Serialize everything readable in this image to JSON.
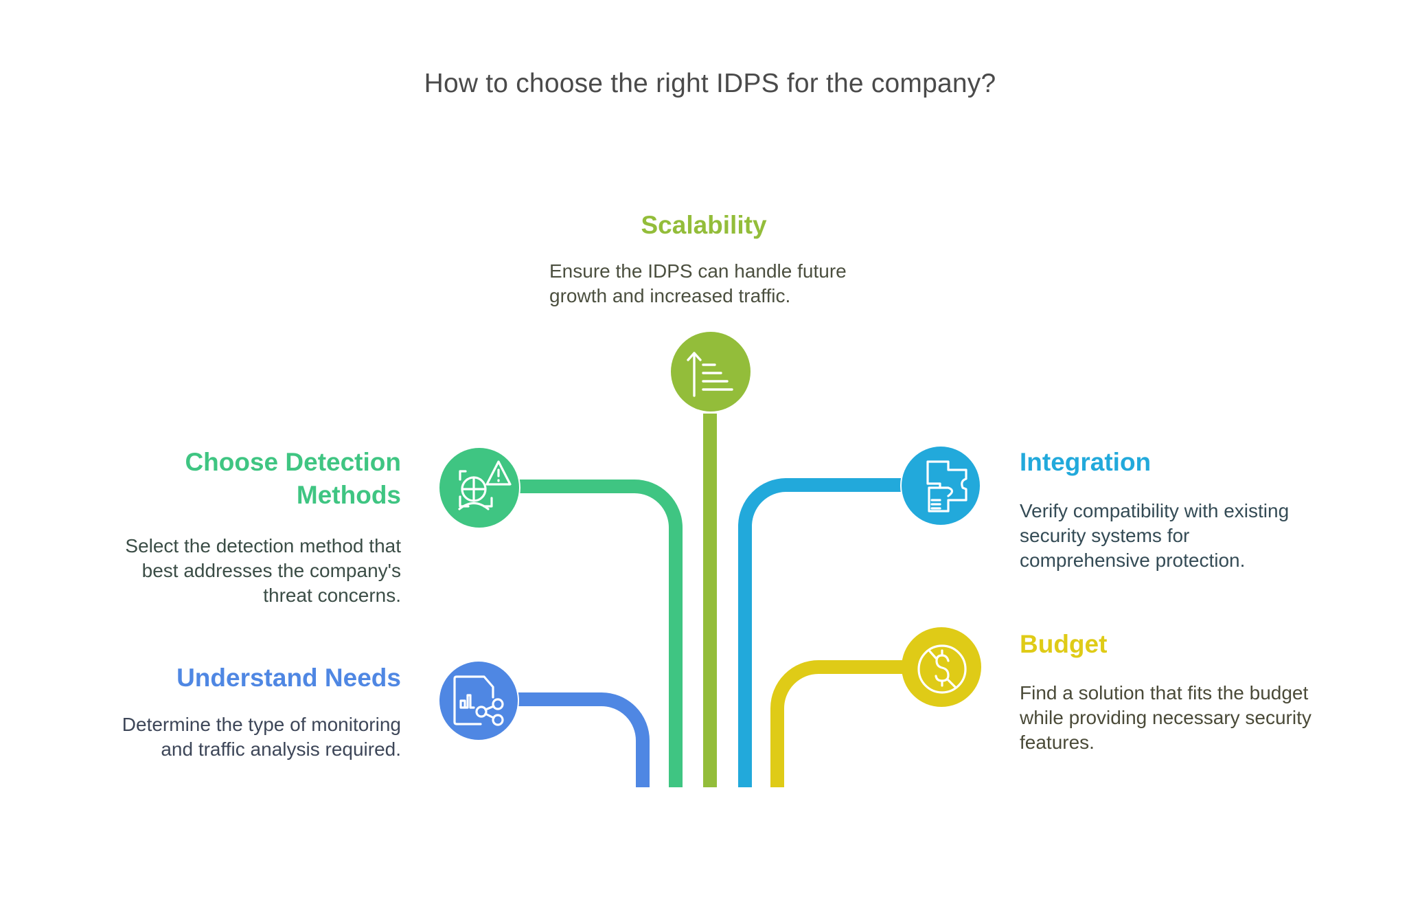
{
  "title": "How to choose the right IDPS for the company?",
  "colors": {
    "understand_needs": "#4f87e3",
    "detection": "#3fc582",
    "scalability": "#93bd3a",
    "integration": "#22a9db",
    "budget": "#dfcb17",
    "title_text": "#4a4a4a"
  },
  "items": {
    "understand_needs": {
      "heading": "Understand Needs",
      "body": [
        "Determine the type of monitoring",
        "and traffic analysis required."
      ],
      "icon": "document-chart-share-icon"
    },
    "detection": {
      "heading": [
        "Choose Detection",
        "Methods"
      ],
      "body": [
        "Select the detection method that",
        "best addresses the company's",
        "threat concerns."
      ],
      "icon": "face-scan-warning-icon"
    },
    "scalability": {
      "heading": "Scalability",
      "body": [
        "Ensure the IDPS can handle future",
        "growth and increased traffic."
      ],
      "icon": "scale-up-arrow-icon"
    },
    "integration": {
      "heading": "Integration",
      "body": [
        "Verify compatibility with existing",
        "security systems for",
        "comprehensive protection."
      ],
      "icon": "puzzle-pieces-icon"
    },
    "budget": {
      "heading": "Budget",
      "body": [
        "Find a solution that fits the budget",
        "while providing necessary security",
        "features."
      ],
      "icon": "no-dollar-icon"
    }
  }
}
